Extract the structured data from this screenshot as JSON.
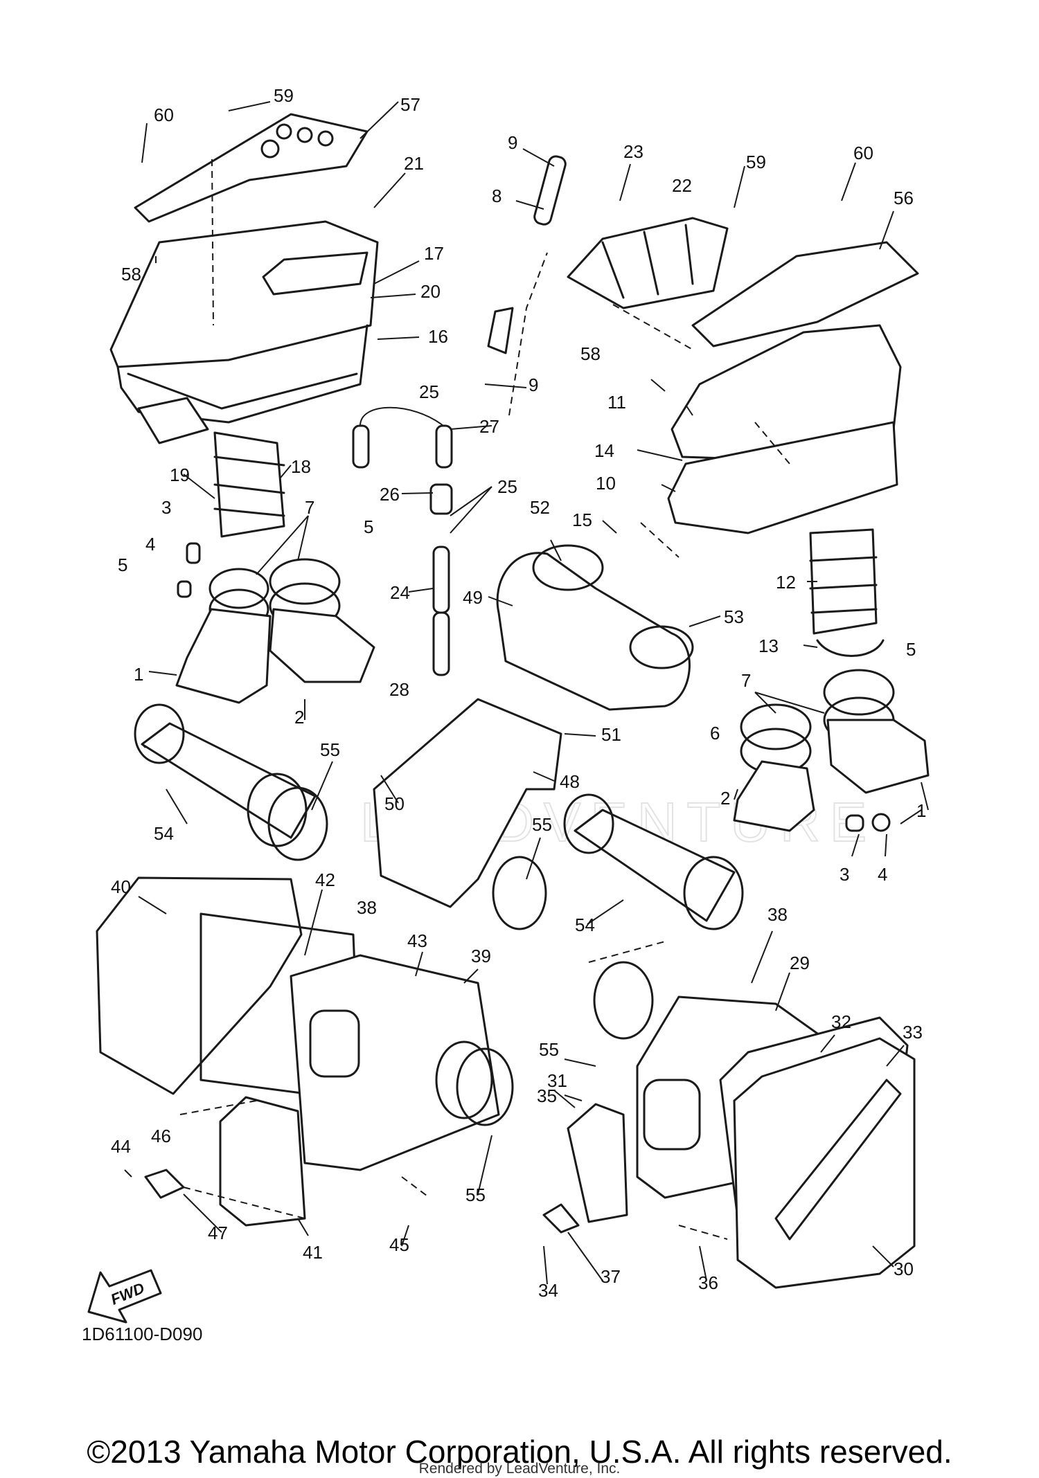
{
  "diagram": {
    "code": "1D61100-D090",
    "fwd_label": "FWD",
    "watermark": "LEADVENTURE",
    "callouts": [
      {
        "id": "c60a",
        "label": "60"
      },
      {
        "id": "c59a",
        "label": "59"
      },
      {
        "id": "c57",
        "label": "57"
      },
      {
        "id": "c9a",
        "label": "9"
      },
      {
        "id": "c23",
        "label": "23"
      },
      {
        "id": "c59b",
        "label": "59"
      },
      {
        "id": "c60b",
        "label": "60"
      },
      {
        "id": "c21",
        "label": "21"
      },
      {
        "id": "c8",
        "label": "8"
      },
      {
        "id": "c22",
        "label": "22"
      },
      {
        "id": "c56",
        "label": "56"
      },
      {
        "id": "c17",
        "label": "17"
      },
      {
        "id": "c58a",
        "label": "58"
      },
      {
        "id": "c20",
        "label": "20"
      },
      {
        "id": "c16",
        "label": "16"
      },
      {
        "id": "c58b",
        "label": "58"
      },
      {
        "id": "c9b",
        "label": "9"
      },
      {
        "id": "c25a",
        "label": "25"
      },
      {
        "id": "c11",
        "label": "11"
      },
      {
        "id": "c27",
        "label": "27"
      },
      {
        "id": "c19",
        "label": "19"
      },
      {
        "id": "c18",
        "label": "18"
      },
      {
        "id": "c14",
        "label": "14"
      },
      {
        "id": "c10",
        "label": "10"
      },
      {
        "id": "c3a",
        "label": "3"
      },
      {
        "id": "c7a",
        "label": "7"
      },
      {
        "id": "c26",
        "label": "26"
      },
      {
        "id": "c25b",
        "label": "25"
      },
      {
        "id": "c52",
        "label": "52"
      },
      {
        "id": "c15",
        "label": "15"
      },
      {
        "id": "c5a",
        "label": "5"
      },
      {
        "id": "c4a",
        "label": "4"
      },
      {
        "id": "c5b",
        "label": "5"
      },
      {
        "id": "c24",
        "label": "24"
      },
      {
        "id": "c49",
        "label": "49"
      },
      {
        "id": "c12",
        "label": "12"
      },
      {
        "id": "c53",
        "label": "53"
      },
      {
        "id": "c13",
        "label": "13"
      },
      {
        "id": "c1a",
        "label": "1"
      },
      {
        "id": "c5c",
        "label": "5"
      },
      {
        "id": "c28",
        "label": "28"
      },
      {
        "id": "c7b",
        "label": "7"
      },
      {
        "id": "c2a",
        "label": "2"
      },
      {
        "id": "c51",
        "label": "51"
      },
      {
        "id": "c6",
        "label": "6"
      },
      {
        "id": "c55a",
        "label": "55"
      },
      {
        "id": "c50",
        "label": "50"
      },
      {
        "id": "c48",
        "label": "48"
      },
      {
        "id": "c2b",
        "label": "2"
      },
      {
        "id": "c1b",
        "label": "1"
      },
      {
        "id": "c54a",
        "label": "54"
      },
      {
        "id": "c55b",
        "label": "55"
      },
      {
        "id": "c3b",
        "label": "3"
      },
      {
        "id": "c4b",
        "label": "4"
      },
      {
        "id": "c40",
        "label": "40"
      },
      {
        "id": "c42",
        "label": "42"
      },
      {
        "id": "c38a",
        "label": "38"
      },
      {
        "id": "c43",
        "label": "43"
      },
      {
        "id": "c39",
        "label": "39"
      },
      {
        "id": "c54b",
        "label": "54"
      },
      {
        "id": "c38b",
        "label": "38"
      },
      {
        "id": "c29",
        "label": "29"
      },
      {
        "id": "c32",
        "label": "32"
      },
      {
        "id": "c33",
        "label": "33"
      },
      {
        "id": "c55c",
        "label": "55"
      },
      {
        "id": "c35",
        "label": "35"
      },
      {
        "id": "c31",
        "label": "31"
      },
      {
        "id": "c46",
        "label": "46"
      },
      {
        "id": "c44",
        "label": "44"
      },
      {
        "id": "c55d",
        "label": "55"
      },
      {
        "id": "c47",
        "label": "47"
      },
      {
        "id": "c41",
        "label": "41"
      },
      {
        "id": "c45",
        "label": "45"
      },
      {
        "id": "c37",
        "label": "37"
      },
      {
        "id": "c36",
        "label": "36"
      },
      {
        "id": "c30",
        "label": "30"
      },
      {
        "id": "c34",
        "label": "34"
      }
    ]
  },
  "footer": {
    "copyright": "©2013 Yamaha Motor Corporation, U.S.A. All rights reserved.",
    "rendered_by": "Rendered by LeadVenture, Inc."
  }
}
